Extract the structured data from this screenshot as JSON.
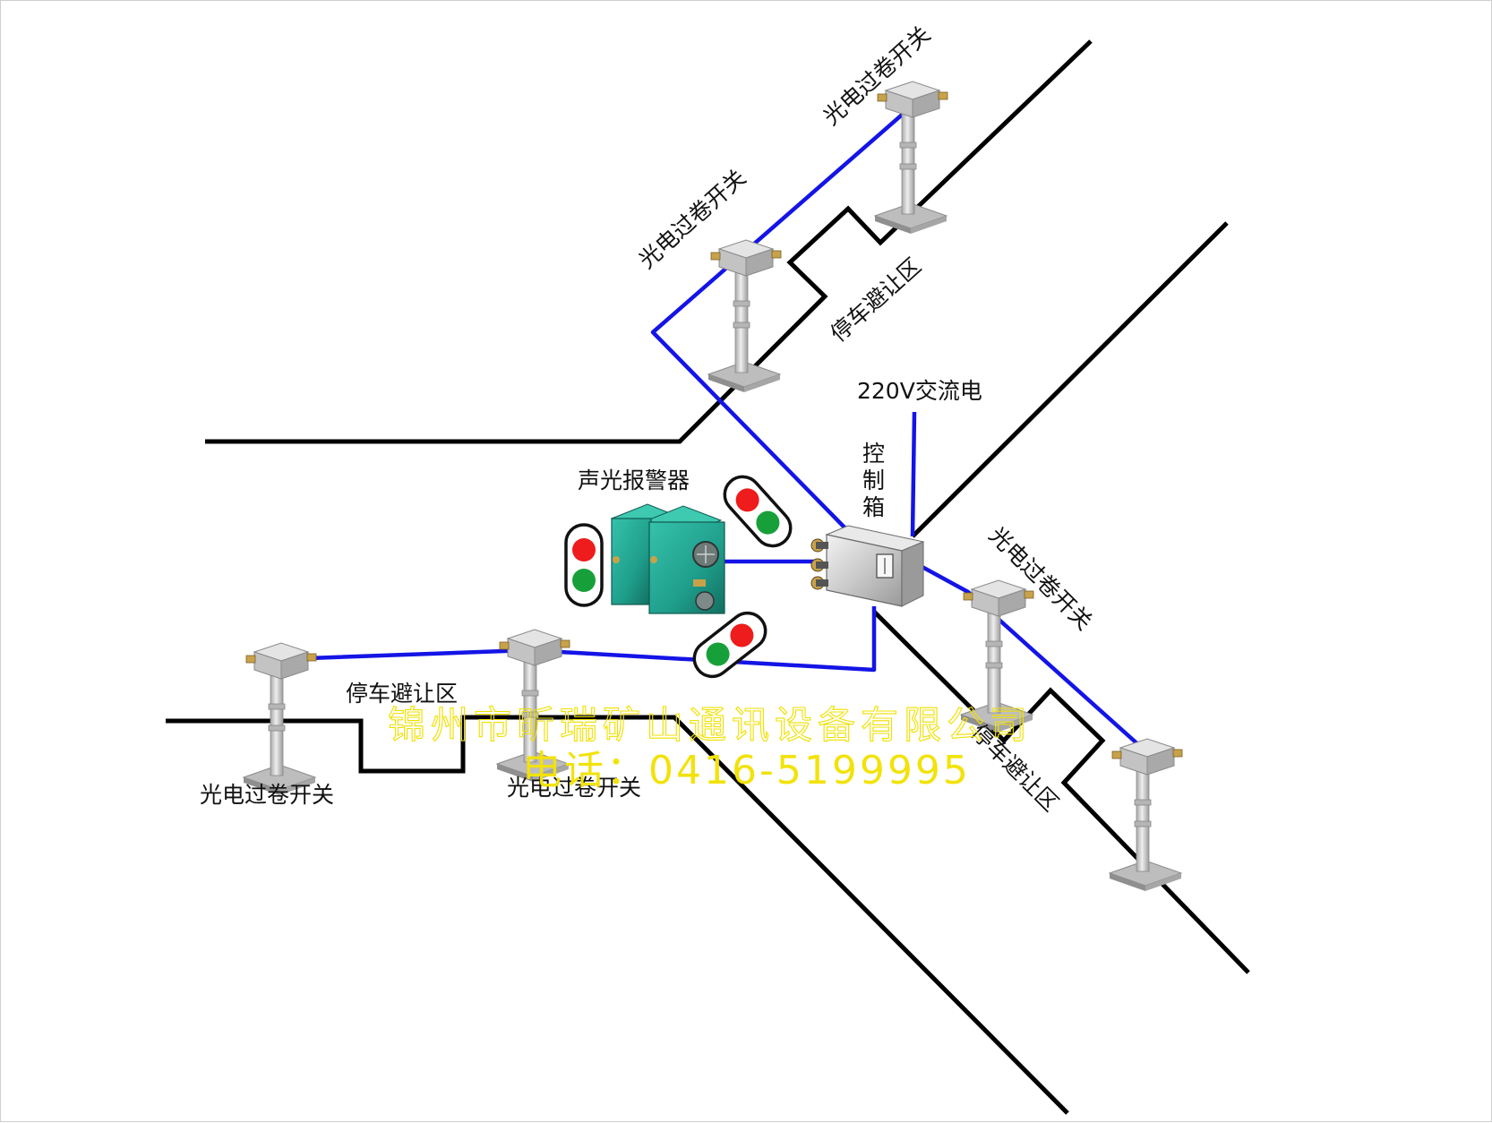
{
  "labels": {
    "switch": "光电过卷开关",
    "refuge": "停车避让区",
    "alarm": "声光报警器",
    "power": "220V交流电",
    "control_box": [
      "控",
      "制",
      "箱"
    ]
  },
  "watermark": {
    "company": "锦州市昕瑞矿山通讯设备有限公司",
    "phone": "电话：0416-5199995"
  },
  "colors": {
    "cable": "#1414e6",
    "wall": "#000000",
    "alarm_body": "#1f9e8c",
    "signal_red": "#ee1c1c",
    "signal_green": "#17a03a",
    "watermark": "#f2e20a"
  }
}
